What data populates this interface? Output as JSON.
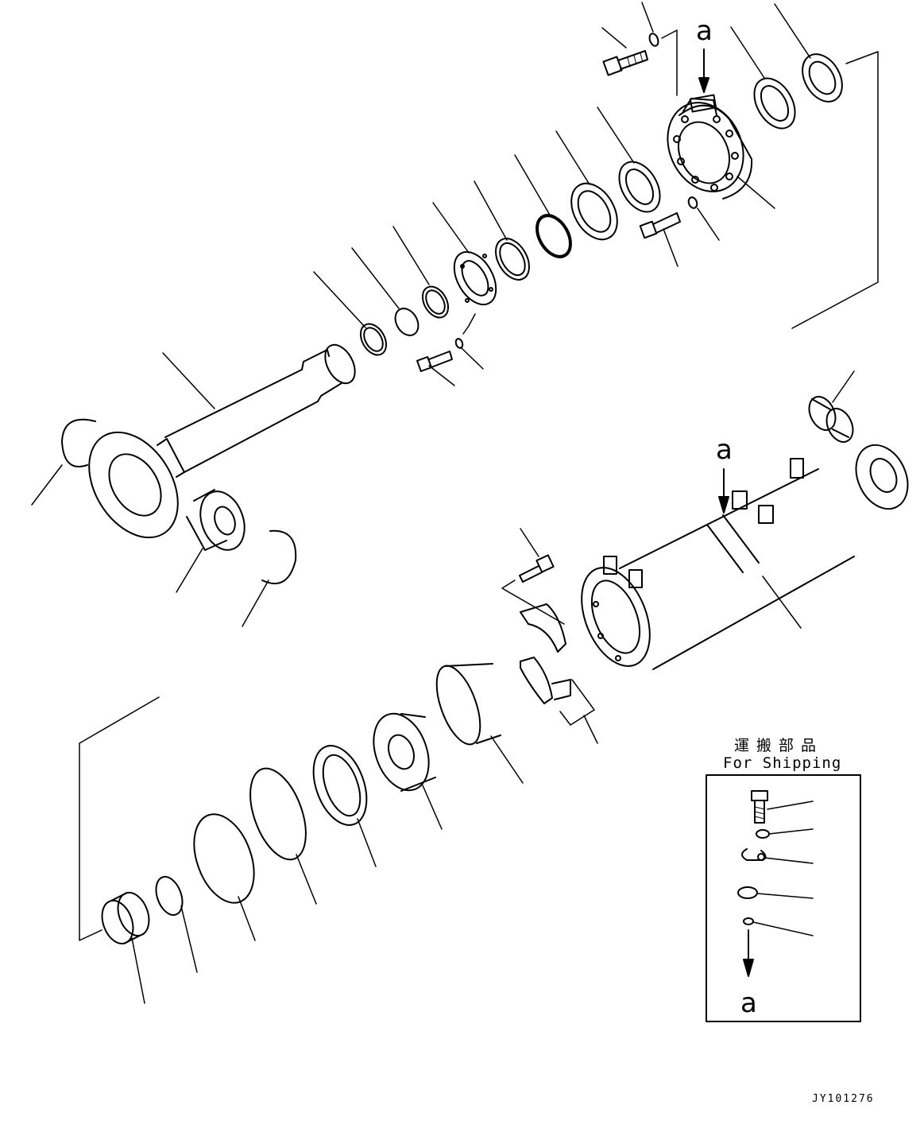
{
  "callout_letter": "a",
  "shipping_box": {
    "title_jp": "運搬部品",
    "title_en": "For Shipping"
  },
  "figure_id": "JY101276"
}
